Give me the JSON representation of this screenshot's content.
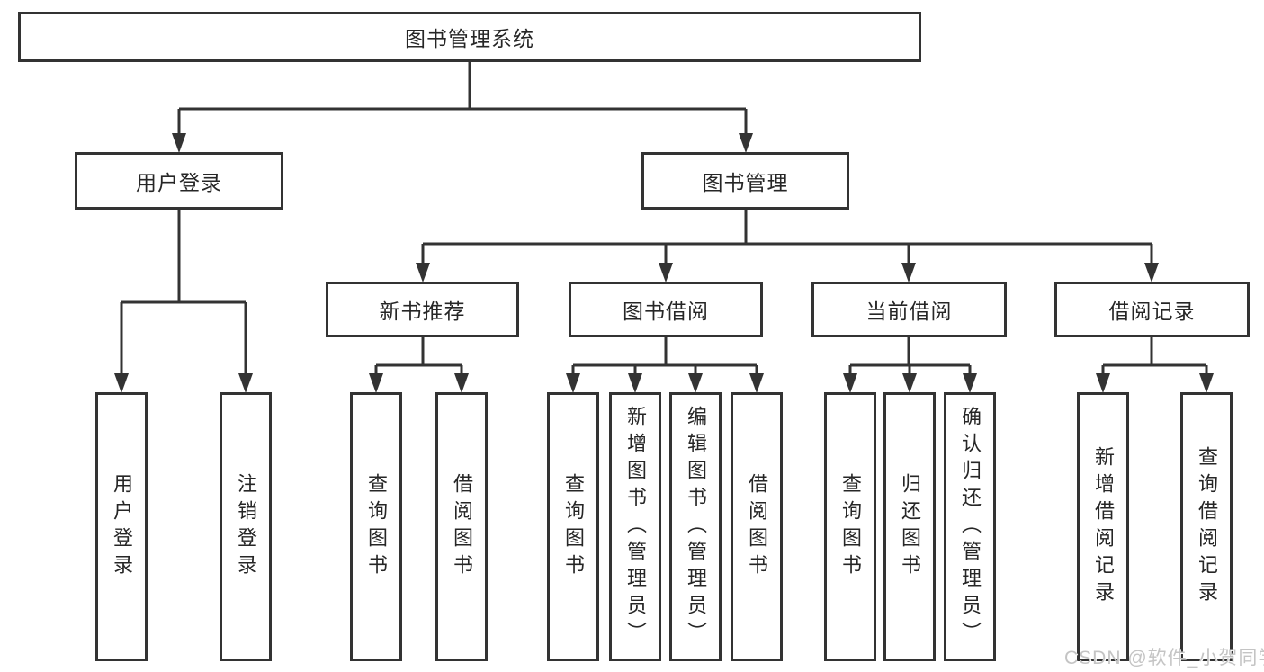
{
  "tree": {
    "root": {
      "label": "图书管理系统"
    },
    "branches": [
      {
        "label": "用户登录",
        "children": [
          {
            "label": "用户登录"
          },
          {
            "label": "注销登录"
          }
        ]
      },
      {
        "label": "图书管理",
        "children": [
          {
            "label": "新书推荐",
            "children": [
              {
                "label": "查询图书"
              },
              {
                "label": "借阅图书"
              }
            ]
          },
          {
            "label": "图书借阅",
            "children": [
              {
                "label": "查询图书"
              },
              {
                "label": "新增图书（管理员）"
              },
              {
                "label": "编辑图书（管理员）"
              },
              {
                "label": "借阅图书"
              }
            ]
          },
          {
            "label": "当前借阅",
            "children": [
              {
                "label": "查询图书"
              },
              {
                "label": "归还图书"
              },
              {
                "label": "确认归还（管理员）"
              }
            ]
          },
          {
            "label": "借阅记录",
            "children": [
              {
                "label": "新增借阅记录"
              },
              {
                "label": "查询借阅记录"
              }
            ]
          }
        ]
      }
    ]
  },
  "watermark": {
    "text": "CSDN @软件_小贺同学"
  },
  "colors": {
    "line": "#333333",
    "text": "#262626",
    "background": "#ffffff",
    "watermark": "#c4c4c4"
  }
}
